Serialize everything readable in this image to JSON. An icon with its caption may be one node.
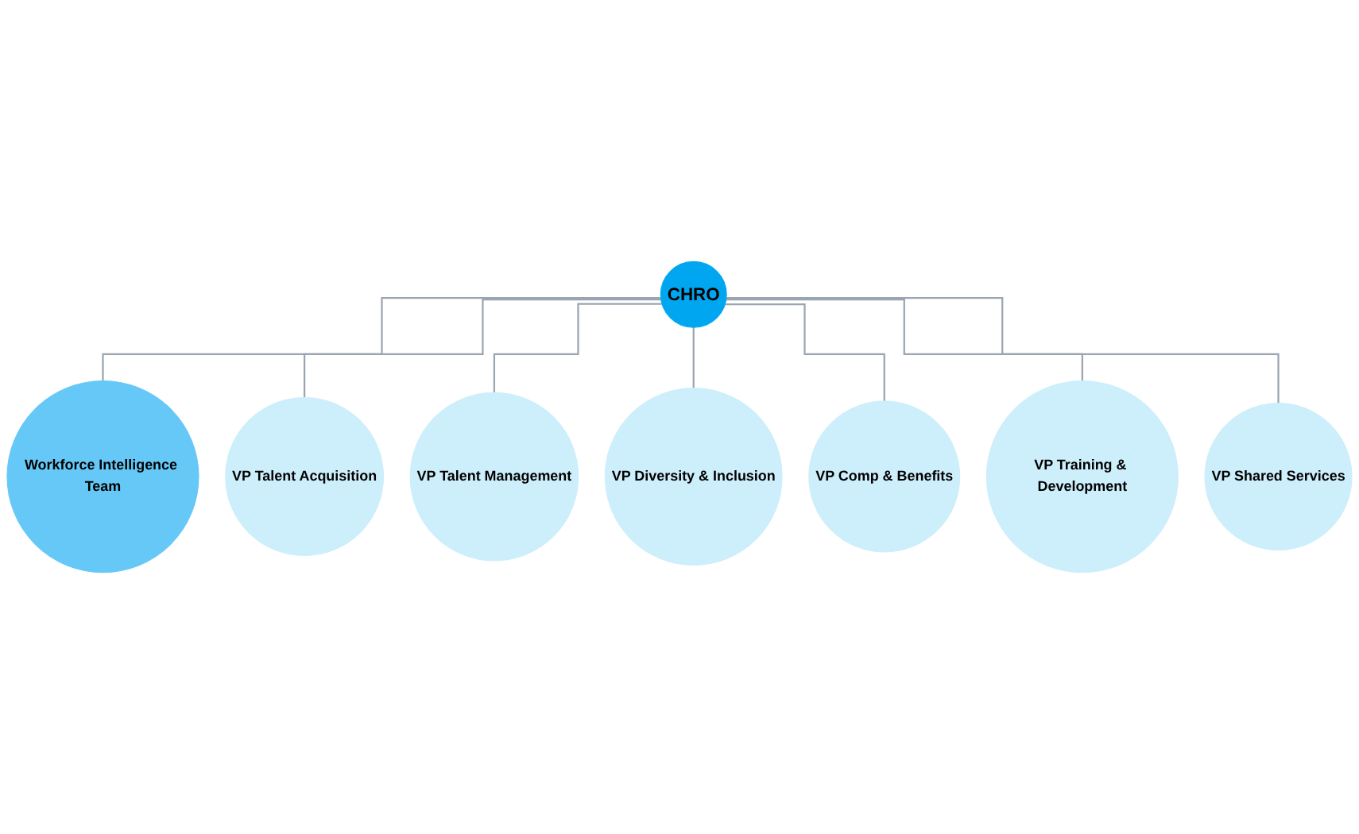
{
  "diagram": {
    "nodes": [
      {
        "text": [
          "CHRO"
        ]
      },
      {
        "text": [
          "Workforce Intelligence Team"
        ]
      },
      {
        "text": [
          "VP Talent Acquisition"
        ]
      },
      {
        "text": [
          "VP Talent Management"
        ]
      },
      {
        "text": [
          "VP Diversity & Inclusion"
        ]
      },
      {
        "text": [
          "VP Comp & Benefits"
        ]
      },
      {
        "text": [
          "VP Training & Development"
        ]
      },
      {
        "text": [
          "VP Shared Services"
        ]
      }
    ],
    "edges": [
      {
        "from": 0,
        "to": 1,
        "arrow": "none"
      },
      {
        "from": 0,
        "to": 2,
        "arrow": "none"
      },
      {
        "from": 0,
        "to": 3,
        "arrow": "none"
      },
      {
        "from": 0,
        "to": 4,
        "arrow": "none"
      },
      {
        "from": 0,
        "to": 5,
        "arrow": "none"
      },
      {
        "from": 0,
        "to": 6,
        "arrow": "none"
      },
      {
        "from": 0,
        "to": 7,
        "arrow": "none"
      }
    ]
  }
}
